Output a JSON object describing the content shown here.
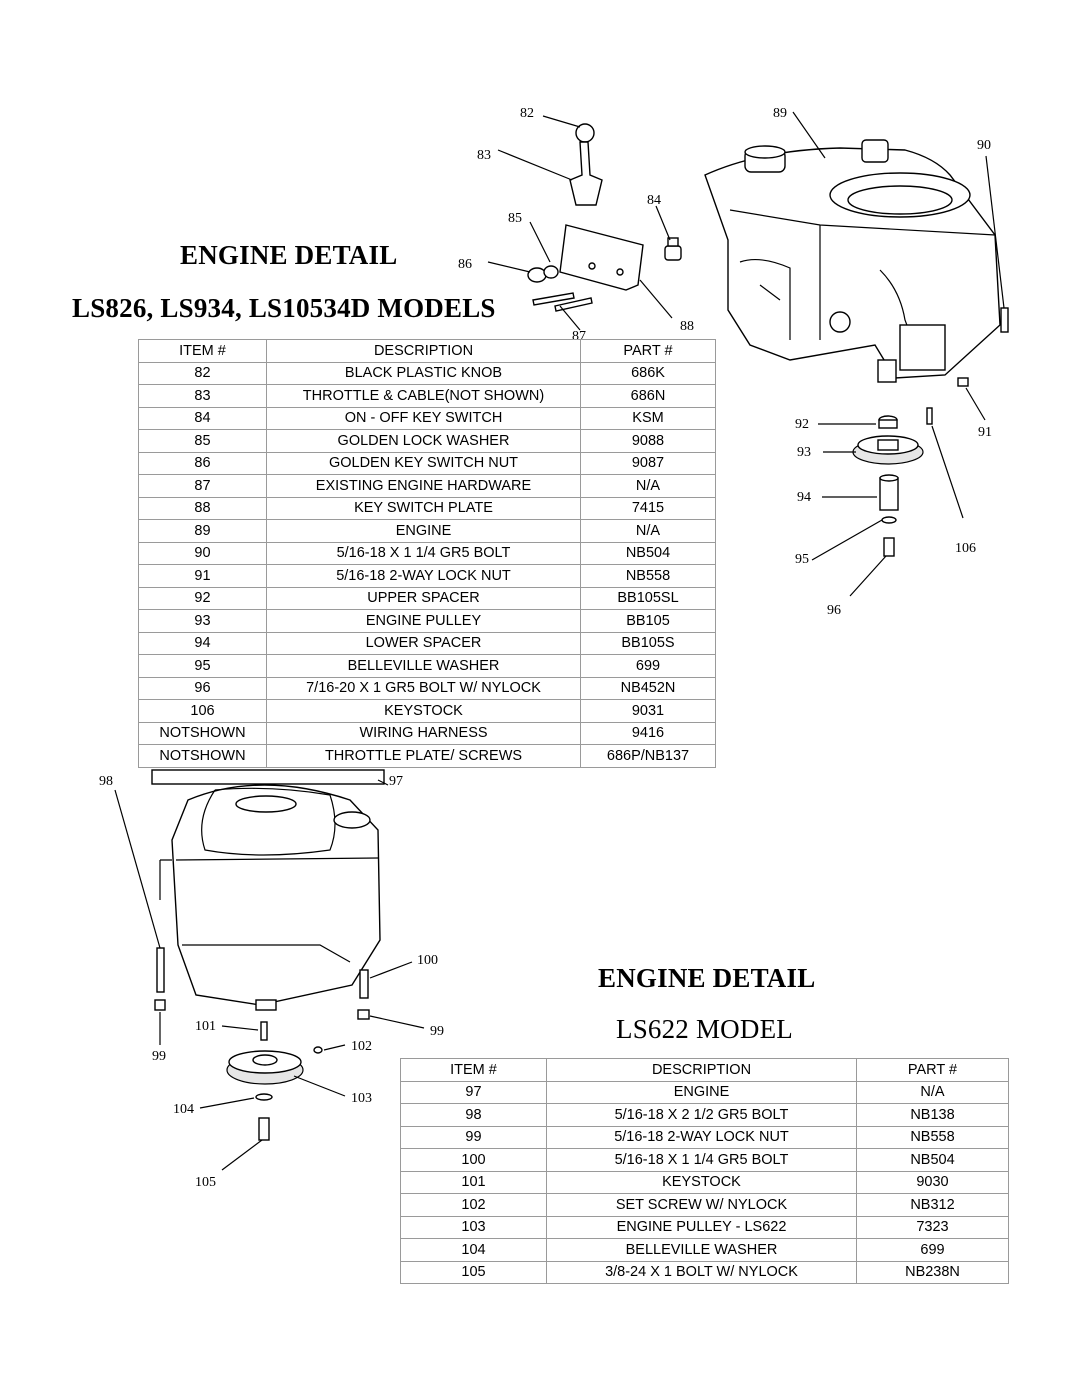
{
  "section1": {
    "title_line1": "ENGINE DETAIL",
    "title_line2": "LS826, LS934, LS10534D MODELS",
    "headers": [
      "ITEM #",
      "DESCRIPTION",
      "PART #"
    ],
    "rows": [
      [
        "82",
        "BLACK PLASTIC KNOB",
        "686K"
      ],
      [
        "83",
        "THROTTLE & CABLE(NOT SHOWN)",
        "686N"
      ],
      [
        "84",
        "ON - OFF KEY SWITCH",
        "KSM"
      ],
      [
        "85",
        "GOLDEN LOCK WASHER",
        "9088"
      ],
      [
        "86",
        "GOLDEN KEY SWITCH NUT",
        "9087"
      ],
      [
        "87",
        "EXISTING ENGINE HARDWARE",
        "N/A"
      ],
      [
        "88",
        "KEY SWITCH PLATE",
        "7415"
      ],
      [
        "89",
        "ENGINE",
        "N/A"
      ],
      [
        "90",
        "5/16-18 X 1 1/4 GR5 BOLT",
        "NB504"
      ],
      [
        "91",
        "5/16-18 2-WAY LOCK NUT",
        "NB558"
      ],
      [
        "92",
        "UPPER SPACER",
        "BB105SL"
      ],
      [
        "93",
        "ENGINE PULLEY",
        "BB105"
      ],
      [
        "94",
        "LOWER SPACER",
        "BB105S"
      ],
      [
        "95",
        "BELLEVILLE WASHER",
        "699"
      ],
      [
        "96",
        "7/16-20 X 1 GR5 BOLT W/ NYLOCK",
        "NB452N"
      ],
      [
        "106",
        "KEYSTOCK",
        "9031"
      ],
      [
        "NOTSHOWN",
        "WIRING HARNESS",
        "9416"
      ],
      [
        "NOTSHOWN",
        "THROTTLE PLATE/ SCREWS",
        "686P/NB137"
      ]
    ]
  },
  "section2": {
    "title_line1": "ENGINE DETAIL",
    "title_line2": "LS622 MODEL",
    "headers": [
      "ITEM  #",
      "DESCRIPTION",
      "PART #"
    ],
    "rows": [
      [
        "97",
        "ENGINE",
        "N/A"
      ],
      [
        "98",
        "5/16-18 X 2 1/2 GR5 BOLT",
        "NB138"
      ],
      [
        "99",
        "5/16-18 2-WAY LOCK NUT",
        "NB558"
      ],
      [
        "100",
        "5/16-18 X 1 1/4 GR5 BOLT",
        "NB504"
      ],
      [
        "101",
        "KEYSTOCK",
        "9030"
      ],
      [
        "102",
        "SET SCREW W/ NYLOCK",
        "NB312"
      ],
      [
        "103",
        "ENGINE PULLEY - LS622",
        "7323"
      ],
      [
        "104",
        "BELLEVILLE WASHER",
        "699"
      ],
      [
        "105",
        "3/8-24 X 1 BOLT W/ NYLOCK",
        "NB238N"
      ]
    ]
  },
  "callouts": [
    "82",
    "83",
    "84",
    "85",
    "86",
    "87",
    "88",
    "89",
    "90",
    "91",
    "92",
    "93",
    "94",
    "95",
    "96",
    "106",
    "97",
    "98",
    "99",
    "100",
    "101",
    "99",
    "102",
    "103",
    "104",
    "105"
  ]
}
